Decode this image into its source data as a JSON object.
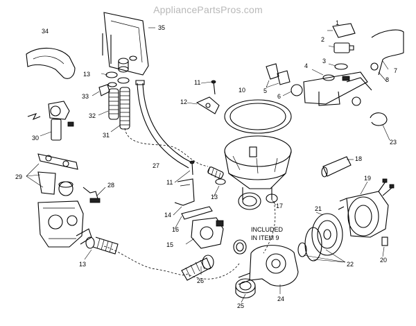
{
  "watermark": "AppliancePartsPros.com",
  "note": {
    "line1": "INCLUDED",
    "line2": "IN ITEM 9"
  },
  "labels": [
    "1",
    "2",
    "3",
    "4",
    "5",
    "6",
    "7",
    "8",
    "10",
    "11",
    "11",
    "12",
    "13",
    "13",
    "13",
    "14",
    "15",
    "16",
    "17",
    "18",
    "19",
    "20",
    "21",
    "22",
    "23",
    "24",
    "25",
    "26",
    "27",
    "28",
    "29",
    "30",
    "31",
    "32",
    "33",
    "34",
    "35"
  ]
}
